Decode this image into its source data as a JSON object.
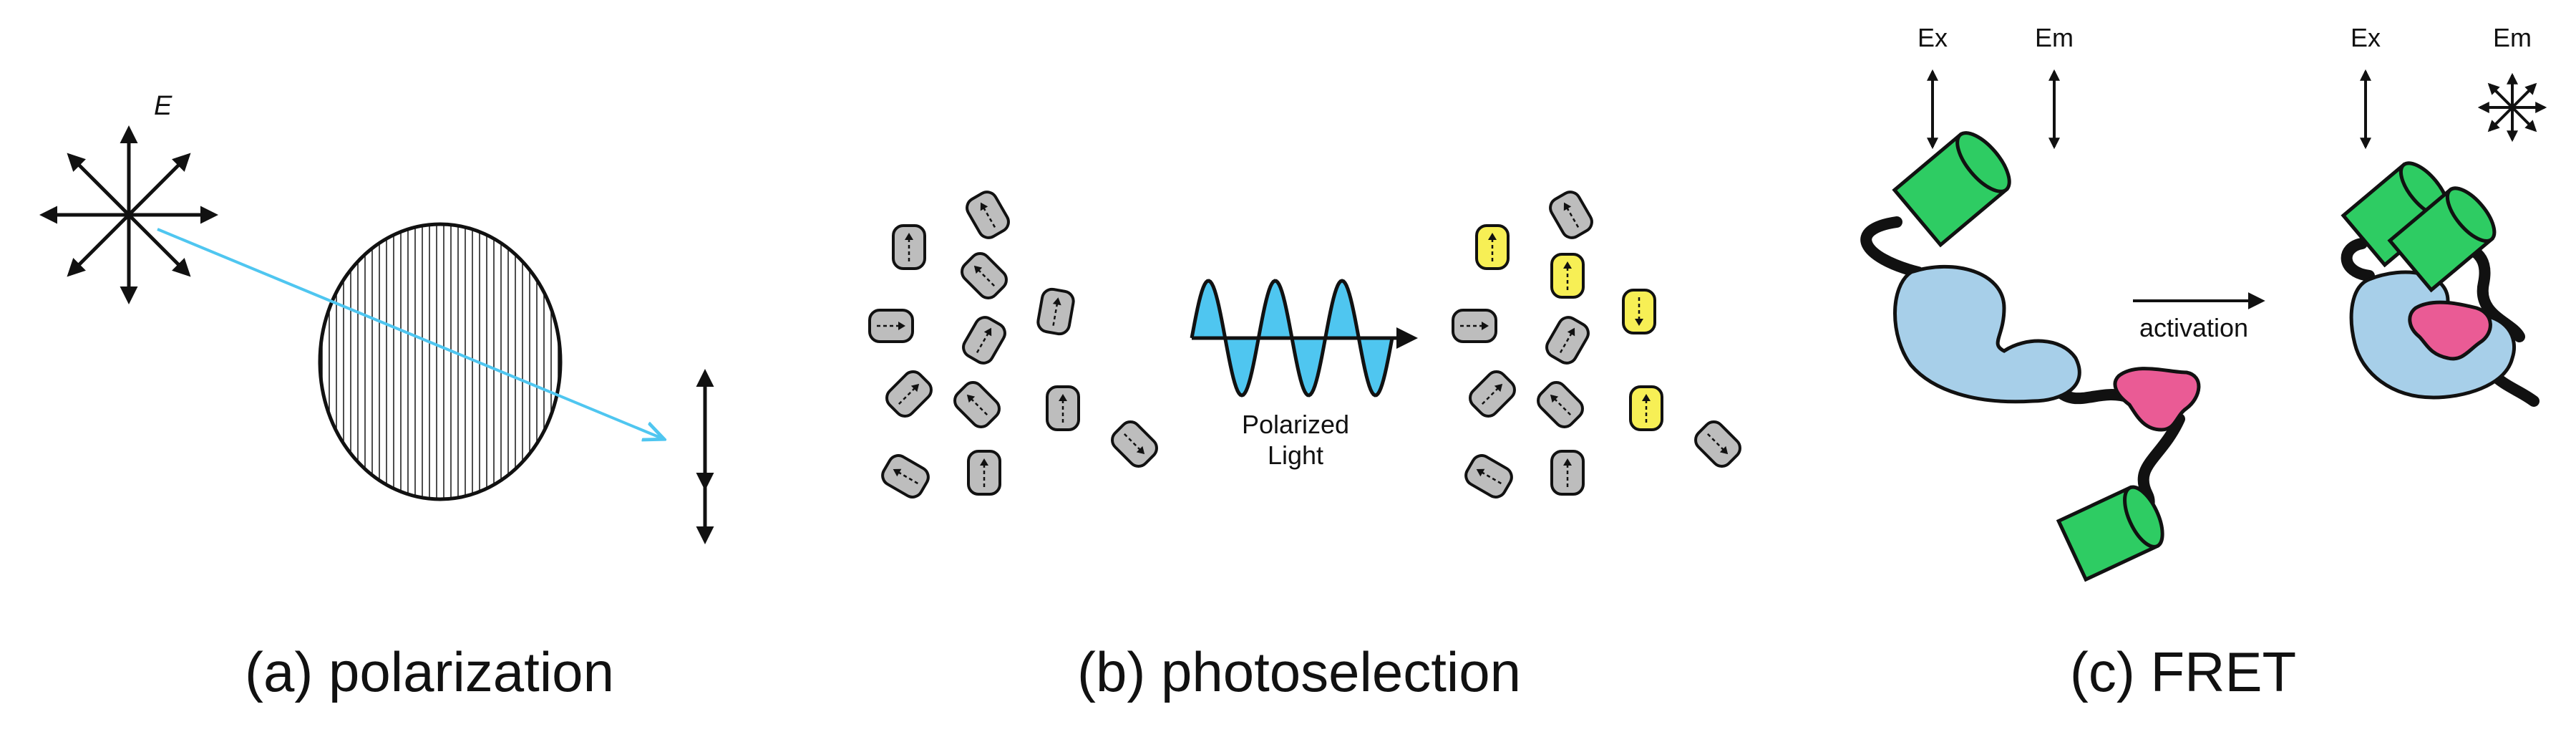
{
  "panels": {
    "a": {
      "caption": "(a) polarization",
      "field_label": "E"
    },
    "b": {
      "caption": "(b) photoselection",
      "light_label_line1": "Polarized",
      "light_label_line2": "Light"
    },
    "c": {
      "caption": "(c) FRET",
      "ex_label": "Ex",
      "em_label": "Em",
      "ex_label_after": "Ex",
      "em_label_after": "Em",
      "arrow_label": "activation"
    }
  },
  "colors": {
    "ray": "#4fc6f0",
    "wave_fill": "#4fc6f0",
    "molecule_gray": "#bdbdbd",
    "molecule_yellow": "#f7ef55",
    "protein_blue": "#a7cfe9",
    "fluorophore_green": "#2ecc63",
    "sensor_pink": "#ea5b95"
  },
  "molecules": {
    "left": [
      {
        "angle": 0,
        "selected": false
      },
      {
        "angle": -30,
        "selected": false
      },
      {
        "angle": -45,
        "selected": false
      },
      {
        "angle": 90,
        "selected": false
      },
      {
        "angle": 45,
        "selected": false
      },
      {
        "angle": 30,
        "selected": false
      },
      {
        "angle": 10,
        "selected": false
      },
      {
        "angle": -45,
        "selected": false
      },
      {
        "angle": 0,
        "selected": false
      },
      {
        "angle": 135,
        "selected": false
      },
      {
        "angle": -60,
        "selected": false
      },
      {
        "angle": 0,
        "selected": false
      }
    ],
    "right": [
      {
        "angle": 0,
        "selected": true
      },
      {
        "angle": -30,
        "selected": false
      },
      {
        "angle": 0,
        "selected": true
      },
      {
        "angle": 90,
        "selected": false
      },
      {
        "angle": 45,
        "selected": false
      },
      {
        "angle": 30,
        "selected": false
      },
      {
        "angle": 180,
        "selected": true
      },
      {
        "angle": -45,
        "selected": false
      },
      {
        "angle": 0,
        "selected": true
      },
      {
        "angle": 135,
        "selected": false
      },
      {
        "angle": -60,
        "selected": false
      },
      {
        "angle": 0,
        "selected": false
      }
    ]
  }
}
